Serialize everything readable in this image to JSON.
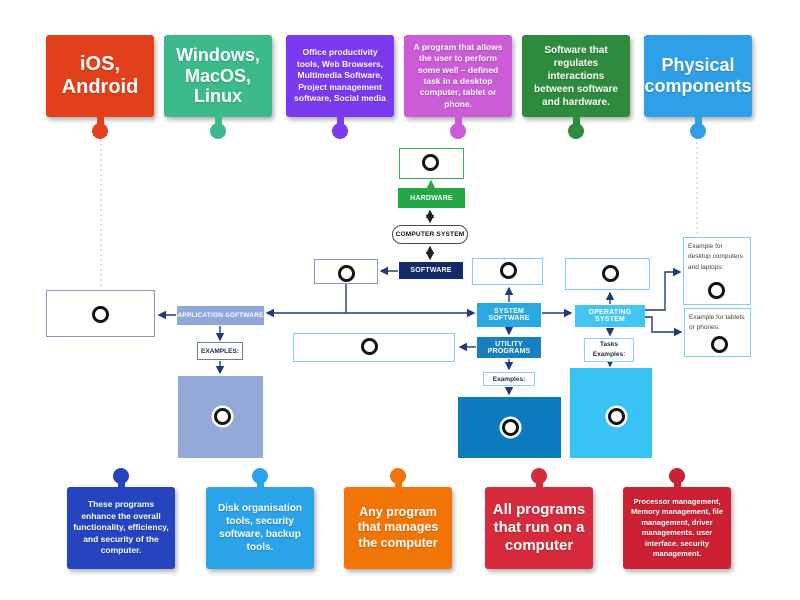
{
  "activity": {
    "type_hint": "labelled-diagram drag and drop"
  },
  "top_cards": [
    {
      "label": "iOS, Android",
      "color": "#e2401b"
    },
    {
      "label": "Windows, MacOS, Linux",
      "color": "#3cba8c"
    },
    {
      "label": "Office productivity tools, Web Browsers, Multimedia Software, Project management software, Social media",
      "color": "#7b3af0"
    },
    {
      "label": "A program that allows the user to perform some well – defined task in a desktop computer, tablet or phone.",
      "color": "#cb5bd6"
    },
    {
      "label": "Software that regulates interactions between software and hardware.",
      "color": "#2e8b3d"
    },
    {
      "label": "Physical components",
      "color": "#2f9fe8"
    }
  ],
  "bottom_cards": [
    {
      "label": "These programs enhance the overall functionality, efficiency, and security of the computer.",
      "color": "#2544c0"
    },
    {
      "label": "Disk organisation tools, security software, backup tools.",
      "color": "#2aa3e8"
    },
    {
      "label": "Any program that manages the computer",
      "color": "#f27507"
    },
    {
      "label": "All programs that run on a computer",
      "color": "#d62b3d"
    },
    {
      "label": "Processor management, Memory management, file management, driver managements. user interface. security management.",
      "color": "#cb2133"
    }
  ],
  "diagram": {
    "nodes": {
      "hardware": {
        "label": "HARDWARE",
        "color": "#22a845"
      },
      "computer_system": {
        "label": "COMPUTER SYSTEM"
      },
      "software": {
        "label": "SOFTWARE",
        "color": "#132a66"
      },
      "application_software": {
        "label": "APPLICATION SOFTWARE",
        "color": "#8fa7d9"
      },
      "examples_app": {
        "label": "EXAMPLES:"
      },
      "system_software": {
        "label": "SYSTEM SOFTWARE",
        "color": "#29a9e1"
      },
      "utility_programs": {
        "label": "UTILITY PROGRAMS",
        "color": "#177fbf"
      },
      "examples_utility": {
        "label": "Examples:"
      },
      "operating_system": {
        "label": "OPERATING SYSTEM",
        "color": "#41c5f2"
      },
      "tasks_examples": {
        "label": "Tasks Examples:"
      },
      "example_desktop": {
        "label": "Example for desktop computers and laptops:"
      },
      "example_tablet": {
        "label": "Example for tablets or phones:"
      }
    },
    "drop_zones": {
      "app_examples_color": "#93a9d8",
      "utility_examples_color": "#0c7bbd",
      "os_tasks_color": "#38c3f4"
    }
  }
}
